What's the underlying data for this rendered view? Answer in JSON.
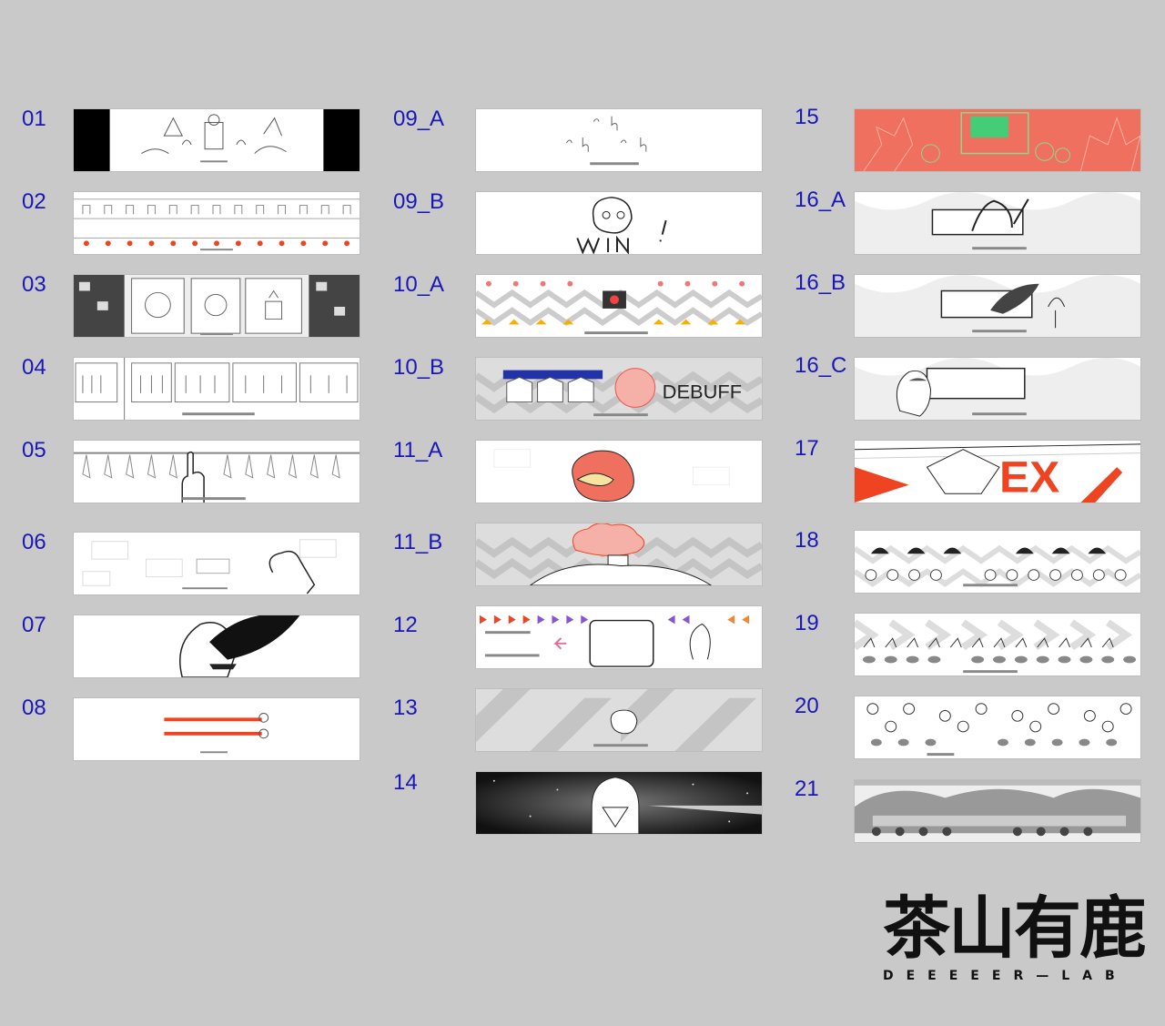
{
  "storyboard": {
    "frames": [
      {
        "label": "01"
      },
      {
        "label": "02"
      },
      {
        "label": "03"
      },
      {
        "label": "04"
      },
      {
        "label": "05"
      },
      {
        "label": "06"
      },
      {
        "label": "07"
      },
      {
        "label": "08"
      },
      {
        "label": "09_A"
      },
      {
        "label": "09_B"
      },
      {
        "label": "10_A"
      },
      {
        "label": "10_B"
      },
      {
        "label": "11_A"
      },
      {
        "label": "11_B"
      },
      {
        "label": "12"
      },
      {
        "label": "13"
      },
      {
        "label": "14"
      },
      {
        "label": "15"
      },
      {
        "label": "16_A"
      },
      {
        "label": "16_B"
      },
      {
        "label": "16_C"
      },
      {
        "label": "17"
      },
      {
        "label": "18"
      },
      {
        "label": "19"
      },
      {
        "label": "20"
      },
      {
        "label": "21"
      }
    ],
    "inner_text": {
      "debuff": "DEBUFF",
      "win": "WIN!",
      "ex": "EX"
    }
  },
  "brand": {
    "name_cn": "茶山有鹿",
    "name_en": "DEEEEER—LAB"
  },
  "colors": {
    "background": "#c9c9c9",
    "label": "#1a17b8",
    "accent_red": "#ee4422",
    "accent_salmon": "#f07060",
    "accent_blue": "#2233aa"
  }
}
